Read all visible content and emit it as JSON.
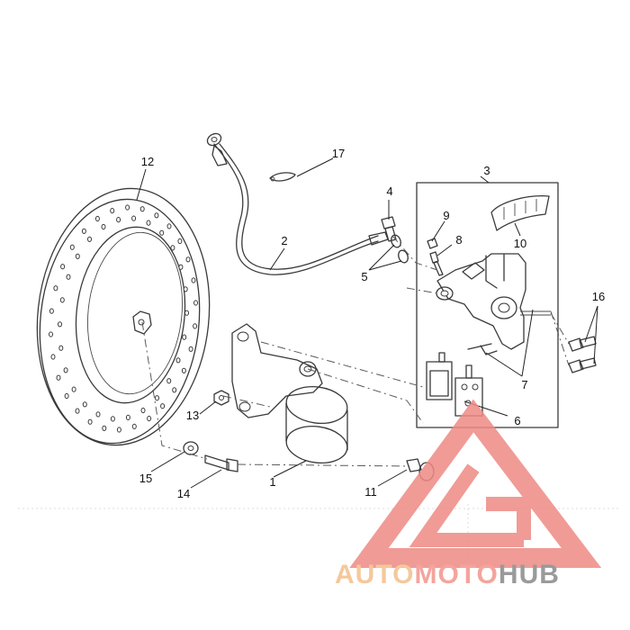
{
  "callouts": [
    {
      "id": "1",
      "label": "1"
    },
    {
      "id": "2",
      "label": "2"
    },
    {
      "id": "3",
      "label": "3"
    },
    {
      "id": "4",
      "label": "4"
    },
    {
      "id": "5",
      "label": "5"
    },
    {
      "id": "6",
      "label": "6"
    },
    {
      "id": "7",
      "label": "7"
    },
    {
      "id": "8",
      "label": "8"
    },
    {
      "id": "9",
      "label": "9"
    },
    {
      "id": "10",
      "label": "10"
    },
    {
      "id": "11",
      "label": "11"
    },
    {
      "id": "12",
      "label": "12"
    },
    {
      "id": "13",
      "label": "13"
    },
    {
      "id": "14",
      "label": "14"
    },
    {
      "id": "15",
      "label": "15"
    },
    {
      "id": "16",
      "label": "16"
    },
    {
      "id": "17",
      "label": "17"
    }
  ],
  "watermark": {
    "word_1": "AUTO",
    "word_2": "MOTO",
    "word_3": "HUB",
    "color_1": "#f5c89c",
    "color_2": "#f4a49c",
    "color_3": "#9a9a9a",
    "logo_color": "#ee8a84"
  }
}
